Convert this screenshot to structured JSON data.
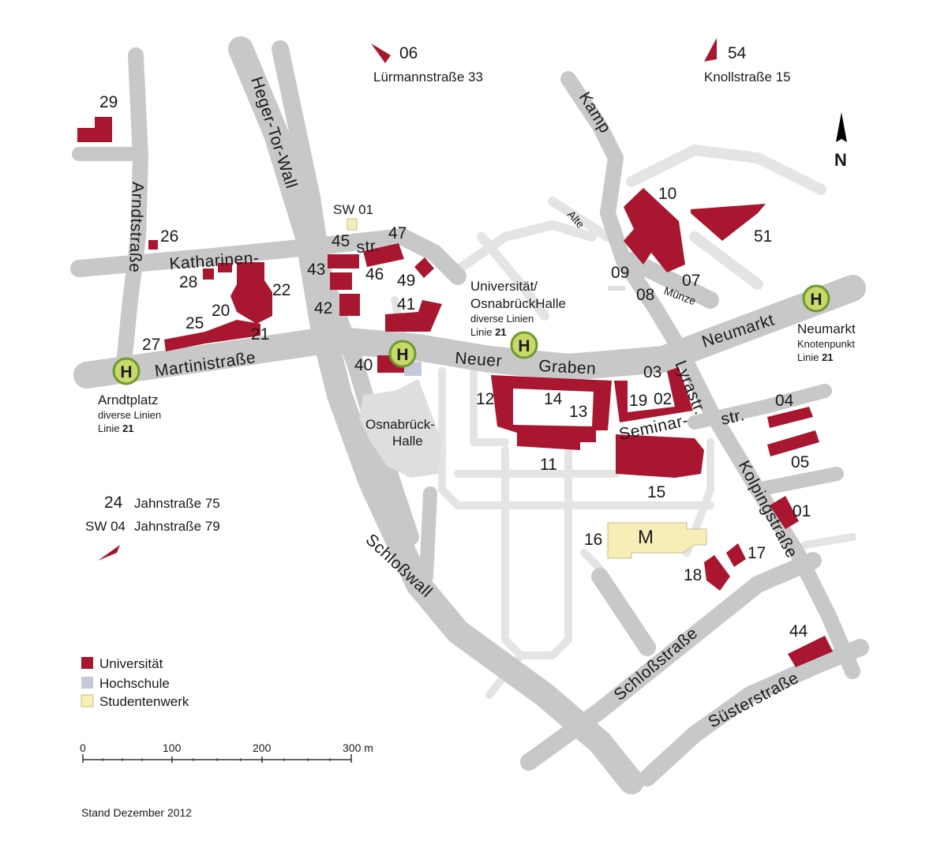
{
  "street_labels": {
    "heger_tor_wall": "Heger-Tor-Wall",
    "arndtstrasse": "Arndtstraße",
    "katharinen": "Katharinen-",
    "katharinen_str": "str.",
    "martinistrasse": "Martinistraße",
    "neuer": "Neuer",
    "graben": "Graben",
    "neumarkt": "Neumarkt",
    "kamp": "Kamp",
    "alte": "Alte",
    "muenze": "Münze",
    "lyrastr": "Lyrastr.",
    "seminar": "Seminar-",
    "seminar_str": "str.",
    "kolpingstrasse": "Kolpingstraße",
    "schlosswall": "Schloßwall",
    "schlossstrasse": "Schloßstraße",
    "suesterstrasse": "Süsterstraße"
  },
  "place_labels": {
    "osnabrueck_halle_1": "Osnabrück-",
    "osnabrueck_halle_2": "Halle",
    "mensa": "M",
    "north": "N"
  },
  "building_numbers": {
    "b29": "29",
    "b26": "26",
    "b28": "28",
    "b22": "22",
    "b20": "20",
    "b25": "25",
    "b21": "21",
    "b27": "27",
    "b43": "43",
    "b45": "45",
    "b47": "47",
    "b46": "46",
    "b49": "49",
    "b42": "42",
    "b41": "41",
    "b40": "40",
    "b10": "10",
    "b51": "51",
    "b09": "09",
    "b08": "08",
    "b07": "07",
    "b03": "03",
    "b19": "19",
    "b02": "02",
    "b12": "12",
    "b14": "14",
    "b13": "13",
    "b11": "11",
    "b15": "15",
    "b04": "04",
    "b05": "05",
    "b01": "01",
    "b16": "16",
    "b17": "17",
    "b18": "18",
    "b44": "44",
    "sw01": "SW 01"
  },
  "remote_sites": {
    "s06_num": "06",
    "s06_addr": "Lürmannstraße 33",
    "s54_num": "54",
    "s54_addr": "Knollstraße 15",
    "s24_num": "24",
    "s24_addr": "Jahnstraße 75",
    "sw04_num": "SW 04",
    "sw04_addr": "Jahnstraße 79"
  },
  "bus_stops": {
    "arndtplatz": {
      "name": "Arndtplatz",
      "line1": "diverse Linien",
      "line2_prefix": "Linie ",
      "line2_num": "21"
    },
    "universitaet": {
      "name1": "Universität/",
      "name2": "OsnabrückHalle",
      "line1": "diverse Linien",
      "line2_prefix": "Linie ",
      "line2_num": "21"
    },
    "neumarkt": {
      "name": "Neumarkt",
      "line1": "Knotenpunkt",
      "line2_prefix": "Linie ",
      "line2_num": "21"
    },
    "symbol": "H"
  },
  "legend": {
    "items": [
      {
        "label": "Universität",
        "color": "#a8162f"
      },
      {
        "label": "Hochschule",
        "color": "#c3c8dc"
      },
      {
        "label": "Studentenwerk",
        "color": "#f6eeb6"
      }
    ]
  },
  "scale_bar": {
    "ticks": [
      "0",
      "100",
      "200",
      "300 m"
    ]
  },
  "footer": {
    "stand": "Stand Dezember 2012"
  },
  "colors": {
    "university": "#a8162f",
    "hochschule": "#c3c8dc",
    "studentenwerk": "#f6eeb6",
    "road": "#c8c8c8",
    "minor_road": "#e4e4e4",
    "bus_stop_fill": "#c8d86a",
    "bus_stop_ring": "#6c9a2e"
  }
}
